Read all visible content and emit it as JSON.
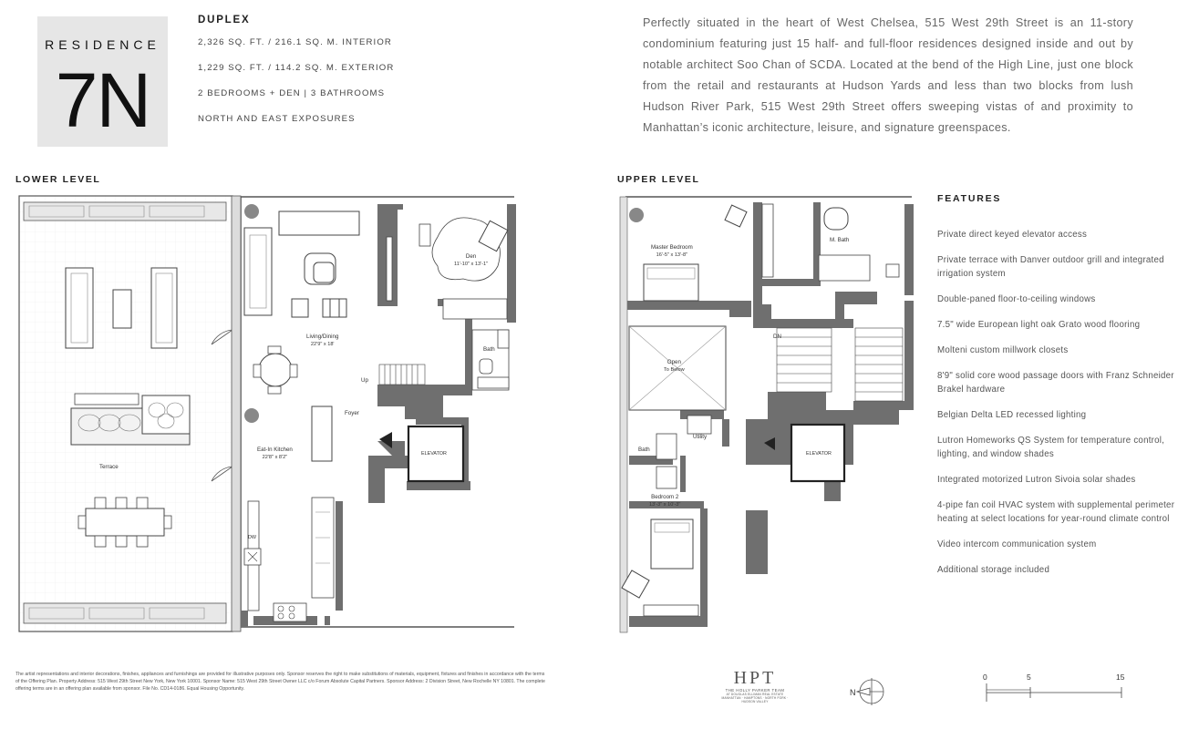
{
  "residence": {
    "word": "RESIDENCE",
    "number": "7N"
  },
  "specs": {
    "type": "DUPLEX",
    "interior": "2,326 SQ. FT. / 216.1 SQ. M. INTERIOR",
    "exterior": "1,229 SQ. FT. / 114.2 SQ. M. EXTERIOR",
    "rooms": "2 BEDROOMS + DEN  |  3 BATHROOMS",
    "exposures": "NORTH AND EAST EXPOSURES"
  },
  "intro": "Perfectly situated in the heart of West Chelsea, 515 West 29th Street is an 11-story condominium featuring just 15 half- and full-floor residences designed inside and out by notable architect Soo Chan of SCDA. Located at the bend of the High Line, just one block from the retail and restaurants at Hudson Yards and less than two blocks from lush Hudson River Park, 515 West 29th Street offers sweeping vistas of and proximity to Manhattan’s iconic architecture, leisure, and signature greenspaces.",
  "lower_level": {
    "title": "LOWER LEVEL",
    "labels": {
      "terrace": "Terrace",
      "living": "Living/Dining",
      "living_dim": "22'9\" x 18'",
      "den": "Den",
      "den_dim": "11'-10\" x 13'-1\"",
      "bath": "Bath",
      "up": "Up",
      "foyer": "Foyer",
      "kitchen": "Eat-In Kitchen",
      "kitchen_dim": "22'8\" x 8'2\"",
      "elevator": "ELEVATOR",
      "dw": "DW"
    }
  },
  "upper_level": {
    "title": "UPPER LEVEL",
    "labels": {
      "master": "Master Bedroom",
      "master_dim": "16'-5\" x 13'-8\"",
      "mbath": "M. Bath",
      "open": "Open",
      "open2": "To Below",
      "dn": "DN",
      "bath": "Bath",
      "utility": "Utility",
      "elevator": "ELEVATOR",
      "bedroom2": "Bedroom 2",
      "bedroom2_dim": "13'-3\" x 10'-3\""
    }
  },
  "features": {
    "title": "FEATURES",
    "items": [
      "Private direct keyed elevator access",
      "Private terrace with Danver outdoor grill and integrated irrigation system",
      "Double-paned floor-to-ceiling windows",
      "7.5\" wide European light oak Grato wood flooring",
      "Molteni custom millwork closets",
      "8'9\" solid core wood passage doors with Franz Schneider Brakel hardware",
      "Belgian Delta LED recessed lighting",
      "Lutron Homeworks QS System for temperature control, lighting, and window shades",
      "Integrated motorized Lutron Sivoia solar shades",
      "4-pipe fan coil HVAC system with supplemental perimeter heating at select locations for year-round climate control",
      "Video intercom communication system",
      "Additional storage included"
    ]
  },
  "disclaimer": "The artist representations and interior decorations, finishes, appliances and furnishings are provided for illustrative purposes only. Sponsor reserves the right to make substitutions of materials, equipment, fixtures and finishes in accordance with the terms of the Offering Plan. Property Address: 515 West 29th Street New York, New York 10001. Sponsor Name: 515 West 29th Street Owner LLC c/o Forum Absolute Capital Partners. Sponsor Address: 2 Division Street, New Rochelle NY 10801. The complete offering terms are in an offering plan available from sponsor. File No. CD14-0186. Equal Housing Opportunity.",
  "logo": {
    "monogram": "HPT",
    "team": "THE HOLLY PARKER TEAM",
    "firm": "AT DOUGLAS ELLIMAN REAL ESTATE",
    "tagline": "MANHATTAN · HAMPTONS · NORTH FORK · HUDSON VALLEY"
  },
  "north": "N",
  "scale": {
    "labels": [
      "0",
      "5",
      "15"
    ]
  },
  "colors": {
    "wall": "#6f6f6f",
    "badge": "#e6e6e6",
    "body_text": "#666666"
  }
}
